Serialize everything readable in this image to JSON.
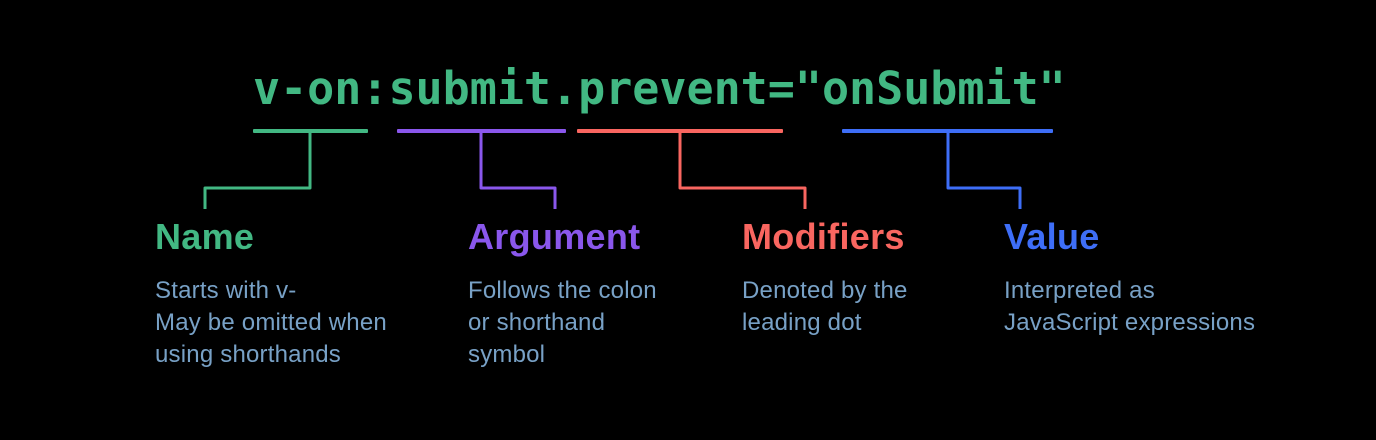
{
  "background_color": "#000000",
  "body_text_color": "#78a1c6",
  "code": {
    "full": "v-on:submit.prevent=\"onSubmit\"",
    "color": "#42b883"
  },
  "parts": [
    {
      "token": "v-on",
      "label": "Name",
      "color": "#42b883",
      "description_lines": [
        "Starts with v-",
        "May be omitted when",
        "using shorthands"
      ]
    },
    {
      "token": "submit",
      "label": "Argument",
      "color": "#8a57ec",
      "description_lines": [
        "Follows the colon",
        "or shorthand",
        "symbol"
      ]
    },
    {
      "token": ".prevent",
      "label": "Modifiers",
      "color": "#f96660",
      "description_lines": [
        "Denoted by the",
        "leading dot"
      ]
    },
    {
      "token": "\"onSubmit\"",
      "label": "Value",
      "color": "#3e6ef7",
      "description_lines": [
        "Interpreted as",
        "JavaScript expressions"
      ]
    }
  ]
}
